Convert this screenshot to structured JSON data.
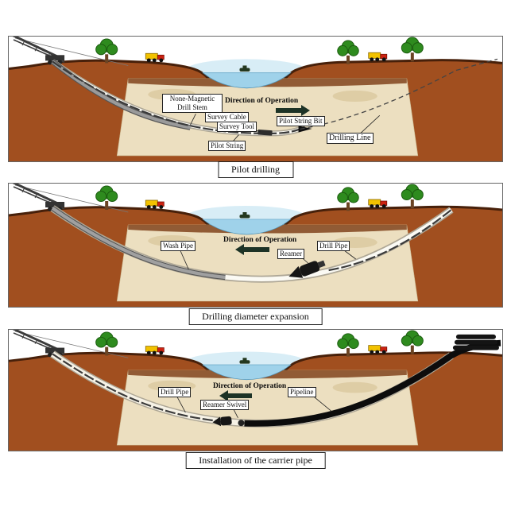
{
  "panels": [
    {
      "caption": "Pilot drilling",
      "direction_label": "Direction of Operation",
      "arrow": "right",
      "labels": {
        "none_magnetic": "None-Magnetic Drill Stem",
        "survey_cable": "Survey Cable",
        "survey_tool": "Survey Tool",
        "pilot_string_bit": "Pilot String Bit",
        "pilot_string": "Pilot String",
        "drilling_line": "Drilling Line"
      }
    },
    {
      "caption": "Drilling diameter expansion",
      "direction_label": "Direction of Operation",
      "arrow": "left",
      "labels": {
        "wash_pipe": "Wash Pipe",
        "reamer": "Reamer",
        "drill_pipe": "Drill Pipe"
      }
    },
    {
      "caption": "Installation of the carrier pipe",
      "direction_label": "Direction of Operation",
      "arrow": "left",
      "labels": {
        "drill_pipe": "Drill Pipe",
        "reamer_swivel": "Reamer Swivel",
        "pipeline": "Pipeline"
      }
    }
  ],
  "colors": {
    "terrain": "#a14f1f",
    "topsoil_edge": "#47200a",
    "water": "#9fd2ea",
    "excavation": "#ecdfc0",
    "pipe": "#0c0c0c",
    "tree": "#2e8b1e",
    "truck_body": "#f2c200",
    "truck_cab": "#cc2211",
    "arrow": "#1d3326"
  }
}
